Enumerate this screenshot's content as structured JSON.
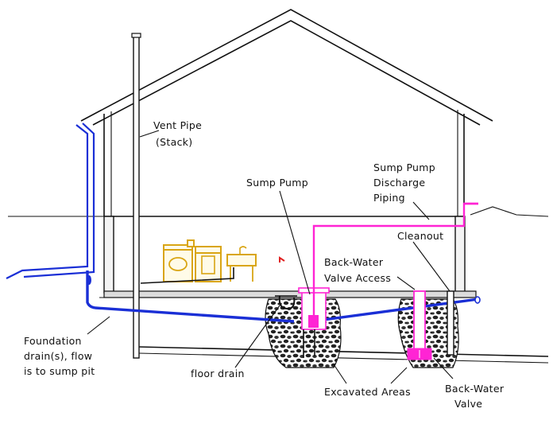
{
  "labels": {
    "vent_pipe": [
      "Vent Pipe",
      "(Stack)"
    ],
    "sump_pump": "Sump Pump",
    "discharge": [
      "Sump Pump",
      "Discharge",
      "Piping"
    ],
    "cleanout": "Cleanout",
    "backwater_access": [
      "Back-Water",
      "Valve Access"
    ],
    "foundation": [
      "Foundation",
      "drain(s), flow",
      "is to sump pit"
    ],
    "floor_drain": "floor drain",
    "excavated": "Excavated Areas",
    "backwater_valve": [
      "Back-Water",
      "Valve"
    ]
  },
  "colors": {
    "line": "#111111",
    "drain_pipe": "#1a2fd6",
    "discharge_pipe": "#ff24d4",
    "appliances": "#d9a514",
    "alert": "#e02020"
  }
}
